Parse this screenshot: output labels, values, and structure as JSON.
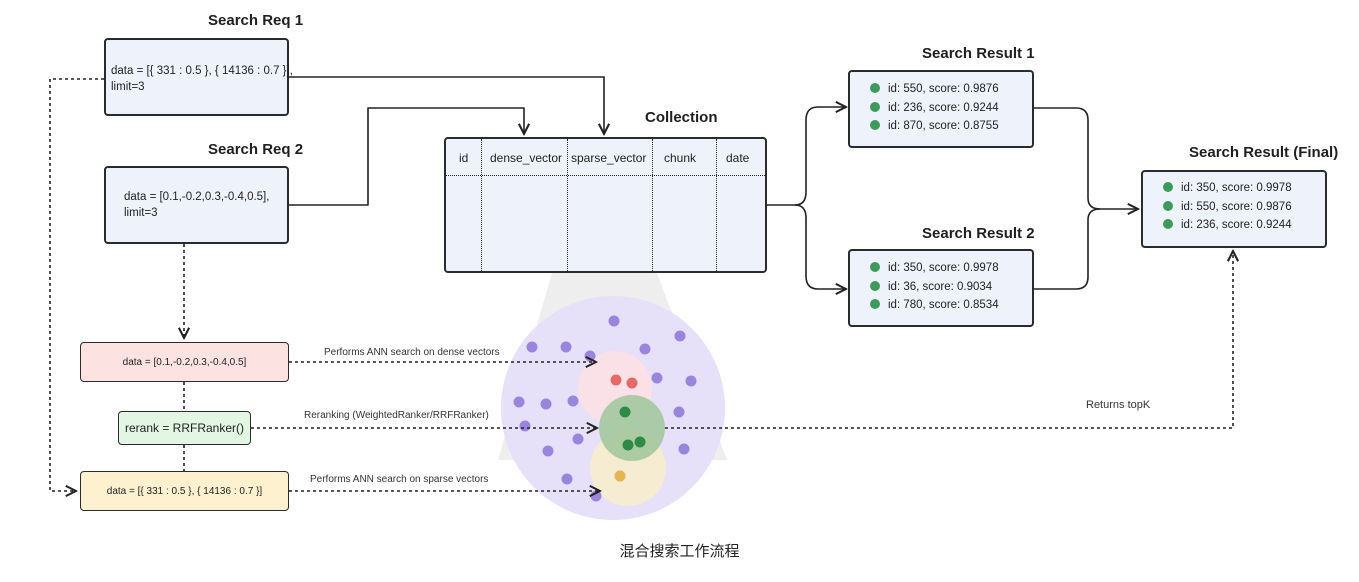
{
  "search_req_1": {
    "title": "Search Req 1",
    "line1": "data = [{ 331 : 0.5 }, { 14136 : 0.7 }],",
    "line2": "limit=3"
  },
  "search_req_2": {
    "title": "Search Req 2",
    "line1": "data = [0.1,-0.2,0.3,-0.4,0.5],",
    "line2": "limit=3"
  },
  "collection": {
    "title": "Collection",
    "columns": [
      "id",
      "dense_vector",
      "sparse_vector",
      "chunk",
      "date"
    ]
  },
  "search_result_1": {
    "title": "Search Result 1",
    "items": [
      "id: 550, score: 0.9876",
      "id: 236, score: 0.9244",
      "id: 870, score: 0.8755"
    ]
  },
  "search_result_2": {
    "title": "Search Result 2",
    "items": [
      "id: 350, score: 0.9978",
      "id: 36, score: 0.9034",
      "id: 780, score: 0.8534"
    ]
  },
  "search_result_final": {
    "title": "Search Result (Final)",
    "items": [
      "id: 350, score: 0.9978",
      "id: 550, score: 0.9876",
      "id: 236, score: 0.9244"
    ]
  },
  "dense_box": {
    "text": "data = [0.1,-0.2,0.3,-0.4,0.5]",
    "arrow_label": "Performs ANN search on dense vectors"
  },
  "rerank_box": {
    "text": "rerank = RRFRanker()",
    "arrow_label": "Reranking (WeightedRanker/RRFRanker)"
  },
  "sparse_box": {
    "text": "data = [{ 331 : 0.5 }, { 14136 : 0.7 }]",
    "arrow_label": "Performs ANN search on sparse vectors"
  },
  "returns_label": "Returns topK",
  "caption": "混合搜索工作流程",
  "colors": {
    "box_fill": "#eef2fb",
    "dense_fill": "#fde2e2",
    "rerank_fill": "#e3f5e3",
    "sparse_fill": "#fdf1cf",
    "result_dot": "#3e9a5c",
    "purple_dot": "#9a85dd",
    "circle_fill": "#e6e0f8"
  }
}
